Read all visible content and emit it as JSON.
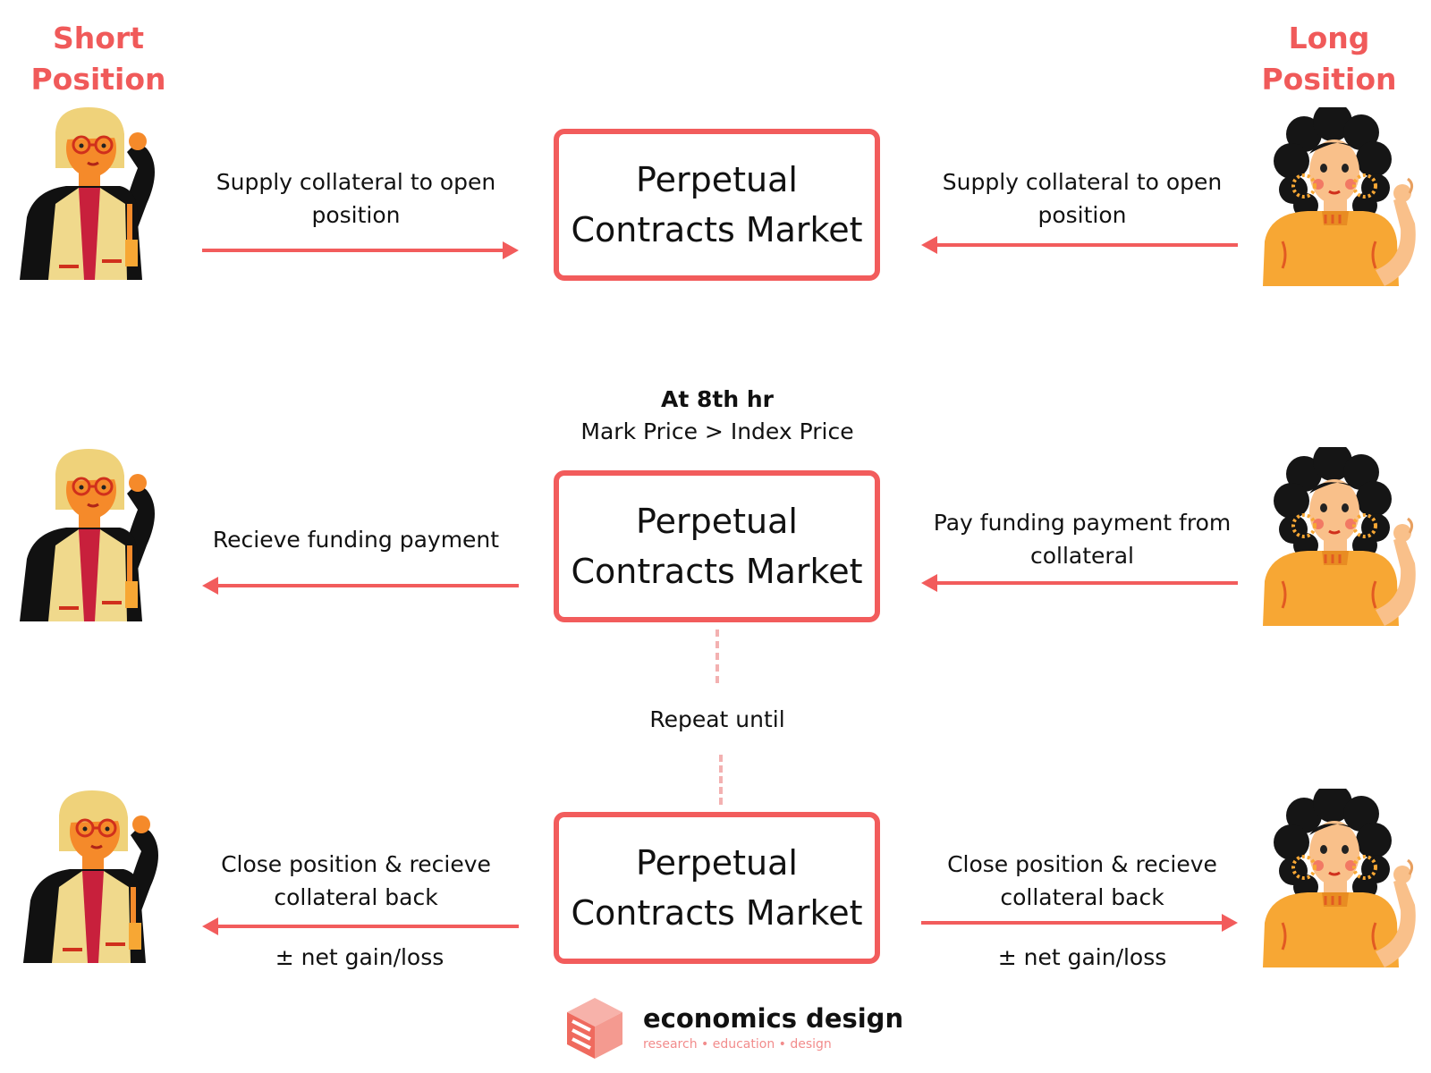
{
  "roles": {
    "short": {
      "line1": "Short",
      "line2": "Position"
    },
    "long": {
      "line1": "Long",
      "line2": "Position"
    }
  },
  "market_label": {
    "line1": "Perpetual",
    "line2": "Contracts Market"
  },
  "row1": {
    "left_label": {
      "line1": "Supply collateral to open",
      "line2": "position"
    },
    "right_label": {
      "line1": "Supply collateral to open",
      "line2": "position"
    }
  },
  "row2": {
    "heading": "At 8th hr",
    "condition": "Mark Price > Index Price",
    "left_label": "Recieve funding payment",
    "right_label": {
      "line1": "Pay funding payment from",
      "line2": "collateral"
    }
  },
  "repeat_label": "Repeat until",
  "row3": {
    "left_label": {
      "line1": "Close position & recieve",
      "line2": "collateral back"
    },
    "left_note": "± net gain/loss",
    "right_label": {
      "line1": "Close position & recieve",
      "line2": "collateral back"
    },
    "right_note": "± net gain/loss"
  },
  "brand": {
    "name": "economics design",
    "tagline": "research  •  education  •  design"
  },
  "icons": {
    "short_person": "woman-with-glasses-illustration",
    "long_person": "woman-with-curly-hair-illustration",
    "logo": "cube-logo-icon"
  },
  "colors": {
    "accent": "#f25c5c",
    "dash": "#f3b1b1",
    "short_jacket": "#111111",
    "short_vest": "#f0d98c",
    "long_sweater": "#f7a734",
    "skin_long": "#f9c08a",
    "skin_short": "#f58a2a"
  }
}
